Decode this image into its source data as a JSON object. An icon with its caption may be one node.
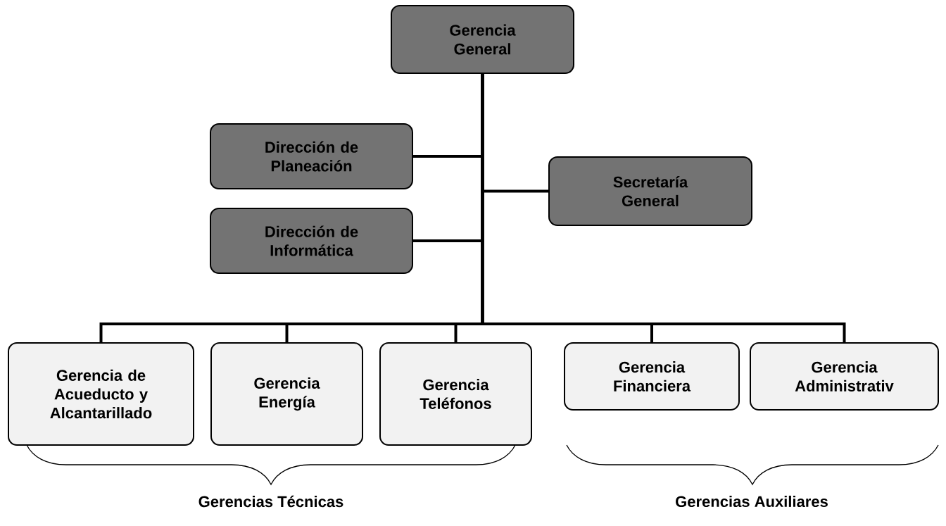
{
  "diagram": {
    "nodes": [
      {
        "text": [
          "Gerencia General"
        ]
      },
      {
        "text": [
          "Dirección de Planeación"
        ]
      },
      {
        "text": [
          "Secretaría General"
        ]
      },
      {
        "text": [
          "Dirección de Informática"
        ]
      },
      {
        "text": [
          "Gerencia de Acueducto y Alcantarillado"
        ]
      },
      {
        "text": [
          "Gerencia Energía"
        ]
      },
      {
        "text": [
          "Gerencia Teléfonos"
        ]
      },
      {
        "text": [
          "Gerencia Financiera"
        ]
      },
      {
        "text": [
          "Gerencia Administrativ"
        ]
      }
    ],
    "edges": [
      {
        "from": 0,
        "to": 1,
        "arrow": "none"
      },
      {
        "from": 0,
        "to": 2,
        "arrow": "none"
      },
      {
        "from": 0,
        "to": 3,
        "arrow": "none"
      },
      {
        "from": 0,
        "to": 4,
        "arrow": "none"
      },
      {
        "from": 0,
        "to": 5,
        "arrow": "none"
      },
      {
        "from": 0,
        "to": 6,
        "arrow": "none"
      },
      {
        "from": 0,
        "to": 7,
        "arrow": "none"
      },
      {
        "from": 0,
        "to": 8,
        "arrow": "none"
      }
    ],
    "labels": [
      "Gerencias Técnicas",
      "Gerencias Auxiliares"
    ]
  }
}
